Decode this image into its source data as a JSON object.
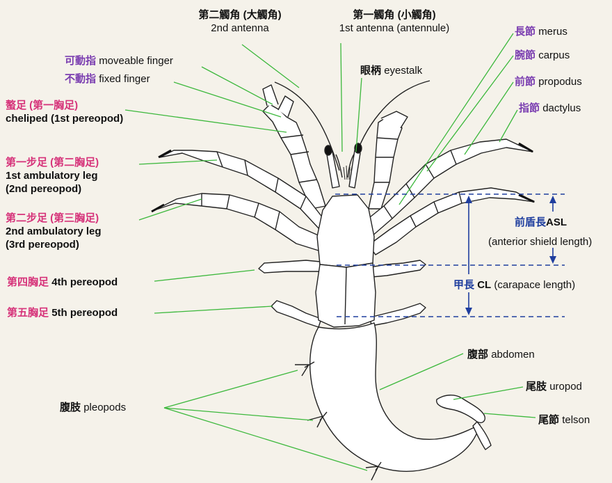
{
  "colors": {
    "background": "#f5f2ea",
    "leader_line": "#3cb83c",
    "measure_line": "#1f3e9e",
    "purple_text": "#7a3db0",
    "pink_text": "#d6337a",
    "red_text": "#e01818",
    "body_fill": "#ffffff",
    "outline": "#222222"
  },
  "labels": {
    "antenna2": {
      "zh": "第二觸角 (大觸角)",
      "en": "2nd antenna"
    },
    "antenna1": {
      "zh": "第一觸角 (小觸角)",
      "en": "1st antenna (antennule)"
    },
    "eyestalk": {
      "zh": "眼柄",
      "en": "eyestalk"
    },
    "moveable_finger": {
      "zh": "可動指",
      "en": "moveable finger"
    },
    "fixed_finger": {
      "zh": "不動指",
      "en": "fixed finger"
    },
    "cheliped": {
      "zh": "螯足 (第一胸足)",
      "en": "cheliped (1st pereopod)"
    },
    "ambulatory1": {
      "zh": "第一步足 (第二胸足)",
      "en1": "1st ambulatory leg",
      "en2": "(2nd pereopod)"
    },
    "ambulatory2": {
      "zh": "第二步足 (第三胸足)",
      "en1": "2nd ambulatory leg",
      "en2": "(3rd pereopod)"
    },
    "pereopod4": {
      "zh": "第四胸足",
      "en": "4th pereopod"
    },
    "pereopod5": {
      "zh": "第五胸足",
      "en": "5th pereopod"
    },
    "merus": {
      "zh": "長節",
      "en": "merus"
    },
    "carpus": {
      "zh": "腕節",
      "en": "carpus"
    },
    "propodus": {
      "zh": "前節",
      "en": "propodus"
    },
    "dactylus": {
      "zh": "指節",
      "en": "dactylus"
    },
    "asl": {
      "zh": "前盾長",
      "abbr": "ASL",
      "en": "(anterior shield length)"
    },
    "cl": {
      "zh": "甲長",
      "abbr": "CL",
      "en": "(carapace length)"
    },
    "abdomen": {
      "zh": "腹部",
      "en": "abdomen"
    },
    "uropod": {
      "zh": "尾肢",
      "en": "uropod"
    },
    "telson": {
      "zh": "尾節",
      "en": "telson"
    },
    "pleopods": {
      "zh": "腹肢",
      "en": "pleopods"
    }
  }
}
